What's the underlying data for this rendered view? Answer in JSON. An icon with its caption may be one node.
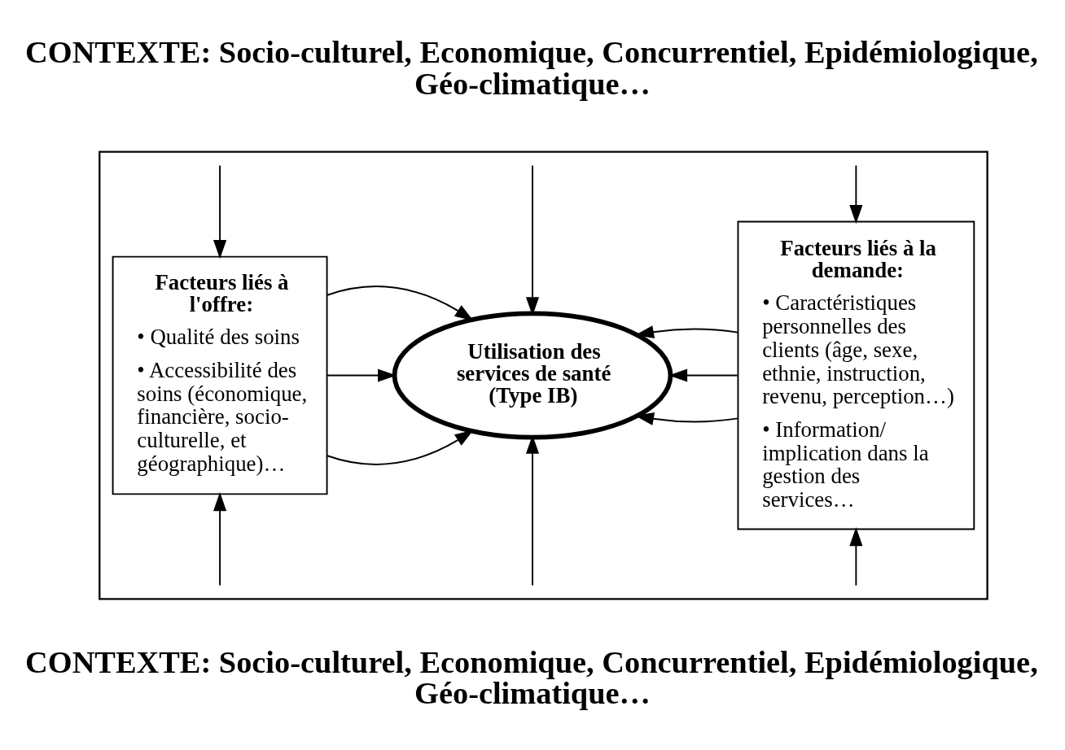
{
  "diagram": {
    "nodes": [
      {
        "text": [
          "CONTEXTE: Socio-culturel, Economique, Concurrentiel, Epidémiologique, Géo-climatique…"
        ]
      },
      {
        "text": [],
        "shape": "box"
      },
      {
        "text": [
          "Facteurs liés à l'offre:",
          "• Qualité des soins",
          "• Accessibilité des soins (économique, financière, socio-culturelle, et géographique)…"
        ],
        "in": 1
      },
      {
        "text": [
          "Utilisation des services de santé (Type IB)"
        ],
        "in": 1
      },
      {
        "text": [
          "Facteurs liés à la demande:",
          "• Caractéristiques personnelles des clients (âge, sexe, ethnie, instruction, revenu, perception…)",
          "• Information/ implication dans la gestion des services…"
        ],
        "in": 1
      },
      {
        "text": [
          "CONTEXTE: Socio-culturel, Economique, Concurrentiel, Epidémiologique, Géo-climatique…"
        ]
      }
    ],
    "edges": [
      {
        "from": null,
        "to": 2,
        "arrow": "to"
      },
      {
        "from": null,
        "to": 3,
        "arrow": "to"
      },
      {
        "from": null,
        "to": 4,
        "arrow": "to"
      },
      {
        "from": 2,
        "to": 3,
        "arrow": "to"
      },
      {
        "from": 2,
        "to": 3,
        "arrow": "to"
      },
      {
        "from": 2,
        "to": 3,
        "arrow": "to"
      },
      {
        "from": 4,
        "to": 3,
        "arrow": "to"
      },
      {
        "from": 4,
        "to": 3,
        "arrow": "to"
      },
      {
        "from": 4,
        "to": 3,
        "arrow": "to"
      },
      {
        "from": null,
        "to": 2,
        "arrow": "to"
      },
      {
        "from": null,
        "to": 3,
        "arrow": "to"
      },
      {
        "from": null,
        "to": 4,
        "arrow": "to"
      }
    ]
  }
}
